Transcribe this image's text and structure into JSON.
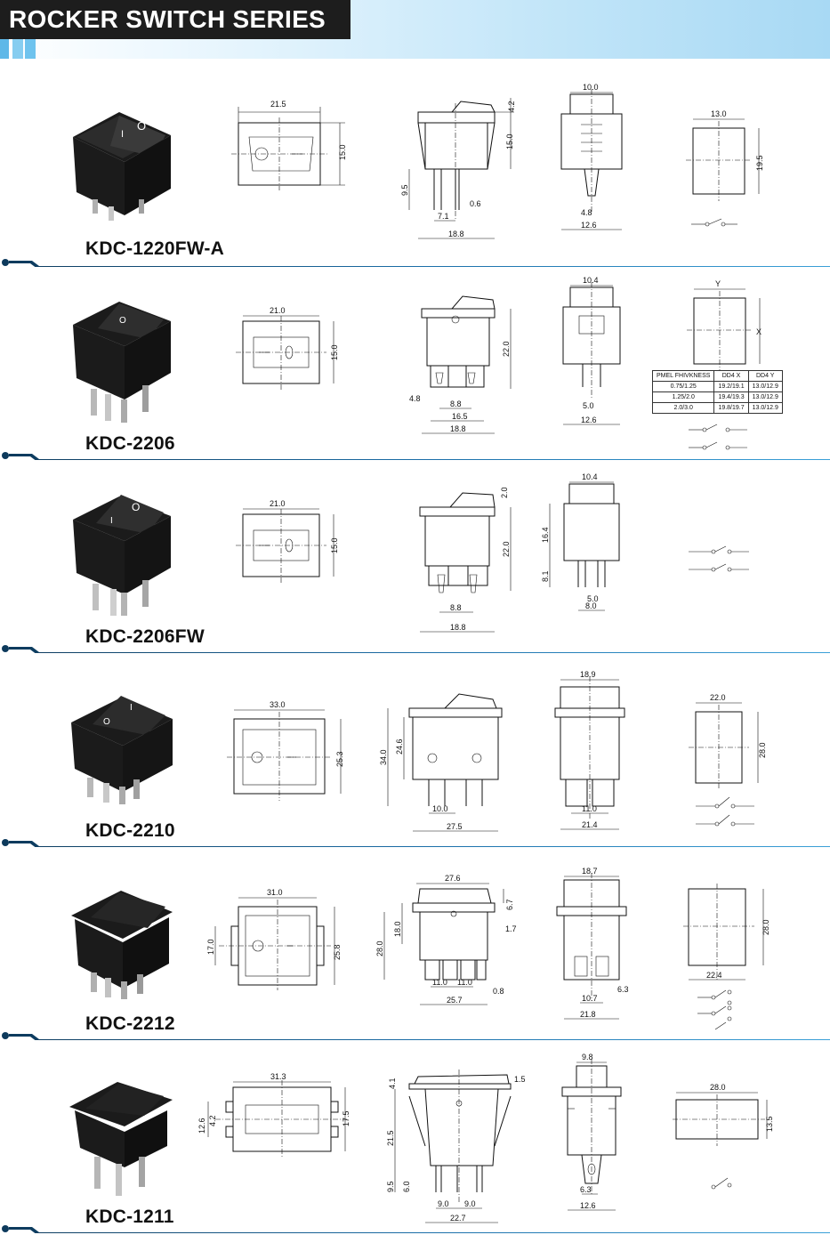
{
  "header": {
    "title": "ROCKER SWITCH SERIES"
  },
  "models": [
    {
      "name": "KDC-1220FW-A",
      "dims": {
        "front_w": "21.5",
        "front_h": "15.0",
        "side_top": "4.2",
        "side_h": "15.0",
        "term_len": "9.5",
        "term_gap": "7.1",
        "term_thick": "0.6",
        "base_w": "18.8",
        "end_top": "10.0",
        "end_gap": "4.8",
        "end_base": "12.6",
        "cut_w": "13.0",
        "cut_h": "19.5"
      }
    },
    {
      "name": "KDC-2206",
      "dims": {
        "front_w": "21.0",
        "front_h": "15.0",
        "side_h": "22.0",
        "offset": "4.8",
        "pitch": "8.8",
        "inner_w": "16.5",
        "base_w": "18.8",
        "end_top": "10.4",
        "end_gap": "5.0",
        "end_base": "12.6",
        "cut_w": "Y",
        "cut_h": "X"
      }
    },
    {
      "name": "KDC-2206FW",
      "dims": {
        "front_w": "21.0",
        "front_h": "15.0",
        "side_top": "2.0",
        "side_h": "22.0",
        "pitch": "8.8",
        "base_w": "18.8",
        "end_top": "10.4",
        "end_body": "16.4",
        "end_term": "8.1",
        "end_gap": "5.0",
        "end_base": "8.0"
      }
    },
    {
      "name": "KDC-2210",
      "dims": {
        "front_w": "33.0",
        "front_h": "25.3",
        "side_total": "34.0",
        "side_body": "24.6",
        "pitch": "10.0",
        "base_w": "27.5",
        "end_top": "18.9",
        "end_gap": "11.0",
        "end_base": "21.4",
        "cut_w": "22.0",
        "cut_h": "28.0"
      }
    },
    {
      "name": "KDC-2212",
      "dims": {
        "front_w": "31.0",
        "front_h_left": "17.0",
        "front_h": "25.8",
        "side_top_w": "27.6",
        "side_top": "6.7",
        "side_flange": "1.7",
        "side_total": "28.0",
        "side_body": "18.0",
        "pitch_a": "11.0",
        "pitch_b": "11.0",
        "term_thick": "0.8",
        "base_w": "25.7",
        "end_top": "18.7",
        "end_term": "6.3",
        "end_gap": "10.7",
        "end_base": "21.8",
        "cut_w": "22.4",
        "cut_h": "28.0"
      }
    },
    {
      "name": "KDC-1211",
      "dims": {
        "front_w": "31.3",
        "front_h_a": "12.6",
        "front_h_b": "4.2",
        "front_h": "17.5",
        "side_top": "4.1",
        "side_flange": "1.5",
        "side_h": "21.5",
        "term_len": "9.5",
        "term_short": "6.0",
        "pitch_a": "9.0",
        "pitch_b": "9.0",
        "base_w": "22.7",
        "end_top": "9.8",
        "end_gap": "6.3",
        "end_base": "12.6",
        "cut_w": "28.0",
        "cut_h": "13.5"
      }
    }
  ],
  "spec_table": {
    "header": [
      "PMEL FHIVKNESS",
      "DD4  X",
      "DD4  Y"
    ],
    "rows": [
      [
        "0.75/1.25",
        "19.2/19.1",
        "13.0/12.9"
      ],
      [
        "1.25/2.0",
        "19.4/19.3",
        "13.0/12.9"
      ],
      [
        "2.0/3.0",
        "19.8/19.7",
        "13.0/12.9"
      ]
    ]
  },
  "photo_markings": {
    "m1": "I",
    "m2": "O"
  },
  "colors": {
    "divider_start": "#0d3a5c",
    "divider_end": "#3aa0d8",
    "header_bg": "#1d1d1d",
    "band": "#bfe4f8"
  }
}
